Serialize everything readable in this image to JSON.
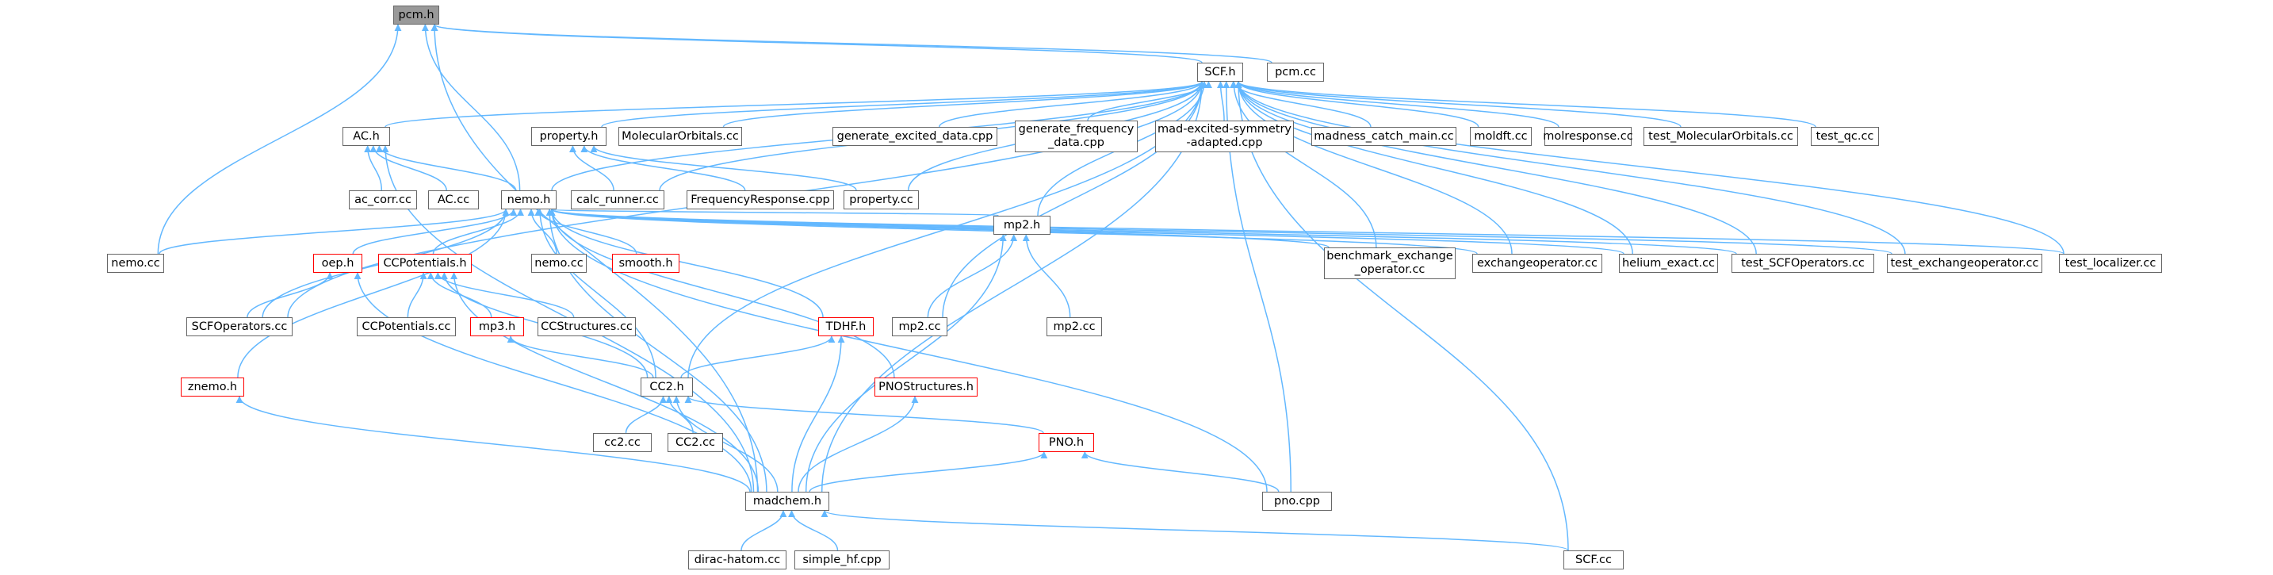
{
  "graph": {
    "title": "",
    "edge_color": "#63b8ff",
    "focus_fill": "#999999",
    "nodes": [
      {
        "id": "pcm_h",
        "label": "pcm.h",
        "style": "focus"
      },
      {
        "id": "scf_h",
        "label": "SCF.h",
        "style": "normal"
      },
      {
        "id": "pcm_cc",
        "label": "pcm.cc",
        "style": "normal"
      },
      {
        "id": "ac_h",
        "label": "AC.h",
        "style": "normal"
      },
      {
        "id": "property_h",
        "label": "property.h",
        "style": "normal"
      },
      {
        "id": "molecularorbitals_cc",
        "label": "MolecularOrbitals.cc",
        "style": "normal"
      },
      {
        "id": "generate_excited_data_cpp",
        "label": "generate_excited_data.cpp",
        "style": "normal"
      },
      {
        "id": "generate_frequency_data_cpp",
        "label": "generate_frequency\n_data.cpp",
        "style": "normal"
      },
      {
        "id": "mad_excited_symmetry_adapted_cpp",
        "label": "mad-excited-symmetry\n-adapted.cpp",
        "style": "normal"
      },
      {
        "id": "madness_catch_main_cc",
        "label": "madness_catch_main.cc",
        "style": "normal"
      },
      {
        "id": "moldft_cc",
        "label": "moldft.cc",
        "style": "normal"
      },
      {
        "id": "molresponse_cc",
        "label": "molresponse.cc",
        "style": "normal"
      },
      {
        "id": "test_molecularorbitals_cc",
        "label": "test_MolecularOrbitals.cc",
        "style": "normal"
      },
      {
        "id": "test_qc_cc",
        "label": "test_qc.cc",
        "style": "normal"
      },
      {
        "id": "ac_corr_cc",
        "label": "ac_corr.cc",
        "style": "normal"
      },
      {
        "id": "ac_cc",
        "label": "AC.cc",
        "style": "normal"
      },
      {
        "id": "nemo_h",
        "label": "nemo.h",
        "style": "normal"
      },
      {
        "id": "calc_runner_cc",
        "label": "calc_runner.cc",
        "style": "normal"
      },
      {
        "id": "frequencyresponse_cpp",
        "label": "FrequencyResponse.cpp",
        "style": "normal"
      },
      {
        "id": "property_cc",
        "label": "property.cc",
        "style": "normal"
      },
      {
        "id": "nemo_cc_left",
        "label": "nemo.cc",
        "style": "normal"
      },
      {
        "id": "oep_h",
        "label": "oep.h",
        "style": "red"
      },
      {
        "id": "ccpotentials_h",
        "label": "CCPotentials.h",
        "style": "red"
      },
      {
        "id": "nemo_cc_mid",
        "label": "nemo.cc",
        "style": "normal"
      },
      {
        "id": "smooth_h",
        "label": "smooth.h",
        "style": "red"
      },
      {
        "id": "mp2_h",
        "label": "mp2.h",
        "style": "normal"
      },
      {
        "id": "benchmark_exchange_operator_cc",
        "label": "benchmark_exchange\n_operator.cc",
        "style": "normal"
      },
      {
        "id": "exchangeoperator_cc",
        "label": "exchangeoperator.cc",
        "style": "normal"
      },
      {
        "id": "helium_exact_cc",
        "label": "helium_exact.cc",
        "style": "normal"
      },
      {
        "id": "test_scfoperators_cc",
        "label": "test_SCFOperators.cc",
        "style": "normal"
      },
      {
        "id": "test_exchangeoperator_cc",
        "label": "test_exchangeoperator.cc",
        "style": "normal"
      },
      {
        "id": "test_localizer_cc",
        "label": "test_localizer.cc",
        "style": "normal"
      },
      {
        "id": "scfoperators_cc",
        "label": "SCFOperators.cc",
        "style": "normal"
      },
      {
        "id": "ccpotentials_cc",
        "label": "CCPotentials.cc",
        "style": "normal"
      },
      {
        "id": "mp3_h",
        "label": "mp3.h",
        "style": "red"
      },
      {
        "id": "ccstructures_cc",
        "label": "CCStructures.cc",
        "style": "normal"
      },
      {
        "id": "tdhf_h",
        "label": "TDHF.h",
        "style": "red"
      },
      {
        "id": "mp2_cc_left",
        "label": "mp2.cc",
        "style": "normal"
      },
      {
        "id": "mp2_cc_right",
        "label": "mp2.cc",
        "style": "normal"
      },
      {
        "id": "znemo_h",
        "label": "znemo.h",
        "style": "red"
      },
      {
        "id": "cc2_h",
        "label": "CC2.h",
        "style": "normal"
      },
      {
        "id": "pnostructures_h",
        "label": "PNOStructures.h",
        "style": "red"
      },
      {
        "id": "cc2_cc_lower",
        "label": "cc2.cc",
        "style": "normal"
      },
      {
        "id": "cc2_cc_upper",
        "label": "CC2.cc",
        "style": "normal"
      },
      {
        "id": "pno_h",
        "label": "PNO.h",
        "style": "red"
      },
      {
        "id": "madchem_h",
        "label": "madchem.h",
        "style": "normal"
      },
      {
        "id": "pno_cpp",
        "label": "pno.cpp",
        "style": "normal"
      },
      {
        "id": "dirac_hatom_cc",
        "label": "dirac-hatom.cc",
        "style": "normal"
      },
      {
        "id": "simple_hf_cpp",
        "label": "simple_hf.cpp",
        "style": "normal"
      },
      {
        "id": "scf_cc",
        "label": "SCF.cc",
        "style": "normal"
      }
    ],
    "edges": [
      [
        "scf_h",
        "pcm_h"
      ],
      [
        "pcm_cc",
        "pcm_h"
      ],
      [
        "nemo_cc_left",
        "pcm_h"
      ],
      [
        "nemo_h",
        "pcm_h"
      ],
      [
        "madchem_h",
        "pcm_h"
      ],
      [
        "ac_h",
        "scf_h"
      ],
      [
        "property_h",
        "scf_h"
      ],
      [
        "molecularorbitals_cc",
        "scf_h"
      ],
      [
        "generate_excited_data_cpp",
        "scf_h"
      ],
      [
        "generate_frequency_data_cpp",
        "scf_h"
      ],
      [
        "mad_excited_symmetry_adapted_cpp",
        "scf_h"
      ],
      [
        "madness_catch_main_cc",
        "scf_h"
      ],
      [
        "moldft_cc",
        "scf_h"
      ],
      [
        "molresponse_cc",
        "scf_h"
      ],
      [
        "test_molecularorbitals_cc",
        "scf_h"
      ],
      [
        "test_qc_cc",
        "scf_h"
      ],
      [
        "nemo_h",
        "scf_h"
      ],
      [
        "calc_runner_cc",
        "scf_h"
      ],
      [
        "property_cc",
        "scf_h"
      ],
      [
        "mp2_h",
        "scf_h"
      ],
      [
        "benchmark_exchange_operator_cc",
        "scf_h"
      ],
      [
        "exchangeoperator_cc",
        "scf_h"
      ],
      [
        "helium_exact_cc",
        "scf_h"
      ],
      [
        "test_scfoperators_cc",
        "scf_h"
      ],
      [
        "test_exchangeoperator_cc",
        "scf_h"
      ],
      [
        "test_localizer_cc",
        "scf_h"
      ],
      [
        "scfoperators_cc",
        "scf_h"
      ],
      [
        "mp2_cc_left",
        "scf_h"
      ],
      [
        "cc2_h",
        "scf_h"
      ],
      [
        "madchem_h",
        "scf_h"
      ],
      [
        "pno_cpp",
        "scf_h"
      ],
      [
        "scf_cc",
        "scf_h"
      ],
      [
        "ac_corr_cc",
        "ac_h"
      ],
      [
        "ac_cc",
        "ac_h"
      ],
      [
        "nemo_h",
        "ac_h"
      ],
      [
        "madchem_h",
        "ac_h"
      ],
      [
        "calc_runner_cc",
        "property_h"
      ],
      [
        "frequencyresponse_cpp",
        "property_h"
      ],
      [
        "property_cc",
        "property_h"
      ],
      [
        "nemo_cc_left",
        "nemo_h"
      ],
      [
        "oep_h",
        "nemo_h"
      ],
      [
        "ccpotentials_h",
        "nemo_h"
      ],
      [
        "nemo_cc_mid",
        "nemo_h"
      ],
      [
        "smooth_h",
        "nemo_h"
      ],
      [
        "mp2_h",
        "nemo_h"
      ],
      [
        "benchmark_exchange_operator_cc",
        "nemo_h"
      ],
      [
        "exchangeoperator_cc",
        "nemo_h"
      ],
      [
        "helium_exact_cc",
        "nemo_h"
      ],
      [
        "test_scfoperators_cc",
        "nemo_h"
      ],
      [
        "test_exchangeoperator_cc",
        "nemo_h"
      ],
      [
        "test_localizer_cc",
        "nemo_h"
      ],
      [
        "scfoperators_cc",
        "nemo_h"
      ],
      [
        "tdhf_h",
        "nemo_h"
      ],
      [
        "znemo_h",
        "nemo_h"
      ],
      [
        "cc2_h",
        "nemo_h"
      ],
      [
        "pnostructures_h",
        "nemo_h"
      ],
      [
        "madchem_h",
        "nemo_h"
      ],
      [
        "pno_cpp",
        "nemo_h"
      ],
      [
        "scfoperators_cc",
        "oep_h"
      ],
      [
        "madchem_h",
        "oep_h"
      ],
      [
        "ccpotentials_cc",
        "ccpotentials_h"
      ],
      [
        "mp3_h",
        "ccpotentials_h"
      ],
      [
        "ccstructures_cc",
        "ccpotentials_h"
      ],
      [
        "cc2_h",
        "ccpotentials_h"
      ],
      [
        "madchem_h",
        "ccpotentials_h"
      ],
      [
        "mp2_cc_left",
        "mp2_h"
      ],
      [
        "mp2_cc_right",
        "mp2_h"
      ],
      [
        "madchem_h",
        "mp2_h"
      ],
      [
        "cc2_h",
        "mp3_h"
      ],
      [
        "cc2_h",
        "tdhf_h"
      ],
      [
        "madchem_h",
        "tdhf_h"
      ],
      [
        "cc2_cc_lower",
        "cc2_h"
      ],
      [
        "cc2_cc_upper",
        "cc2_h"
      ],
      [
        "pno_h",
        "cc2_h"
      ],
      [
        "madchem_h",
        "cc2_h"
      ],
      [
        "madchem_h",
        "znemo_h"
      ],
      [
        "madchem_h",
        "pnostructures_h"
      ],
      [
        "madchem_h",
        "pno_h"
      ],
      [
        "pno_cpp",
        "pno_h"
      ],
      [
        "dirac_hatom_cc",
        "madchem_h"
      ],
      [
        "simple_hf_cpp",
        "madchem_h"
      ],
      [
        "scf_cc",
        "madchem_h"
      ]
    ]
  }
}
